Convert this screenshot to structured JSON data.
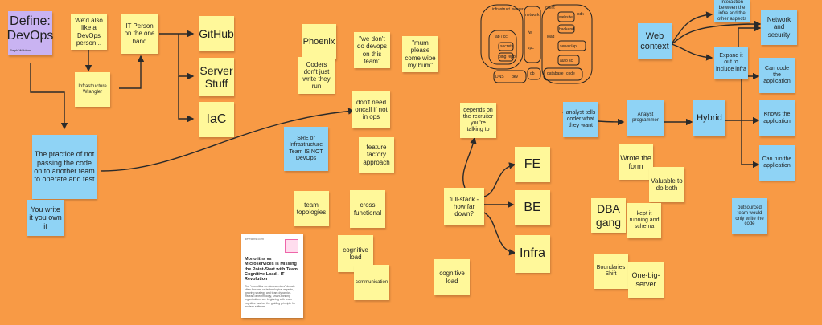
{
  "colors": {
    "background": "#F89A45",
    "sticky_yellow": "#FFF89A",
    "sticky_blue": "#8FD3F5",
    "sticky_purple": "#C9B3F2",
    "line": "#2a2a2a"
  },
  "title_note": {
    "title": "Define: DevOps",
    "author": "Ralph Waldron"
  },
  "notes": {
    "devops_person": "We'd also like a DevOps person...",
    "it_person": "IT Person on the one hand",
    "github": "GitHub",
    "server_stuff": "Server Stuff",
    "iac": "IaC",
    "infra_wrangler": "Infrastructure Wrangler",
    "practice": "The practice of not passing the code on to another team to operate and test",
    "you_write_it": "You write it you own it",
    "phoenix": "Phoenix",
    "coders": "Coders don't just write they run",
    "dont_do_devops": "\"we don't do devops on this team\"",
    "mum": "\"mum please come wipe my bum\"",
    "dont_need_oncall": "don't need oncall if not in ops",
    "sre": "SRE or Infrastructure Team IS NOT DevOps",
    "feature_factory": "feature factory approach",
    "team_topologies": "team topologies",
    "cross_functional": "cross functional",
    "cognitive_load_1": "cognitive load",
    "communication": "communication",
    "depends_recruiter": "depends on the recruiter you're talking to",
    "full_stack": "full-stack - how far down?",
    "fe": "FE",
    "be": "BE",
    "infra": "Infra",
    "cognitive_load_2": "cognitive load",
    "analyst_tells": "analyst tells coder what they want",
    "analyst_programmer": "Analyst programmer",
    "hybrid": "Hybrid",
    "web_context": "Web context",
    "interaction": "Interaction between the infra and the other aspects",
    "network_security": "Network and security",
    "expand_infra": "Expand it out to include infra",
    "can_code": "Can code the application",
    "knows_app": "Knows the application",
    "can_run": "Can run the application",
    "wrote_form": "Wrote the form",
    "valuable": "Valuable to do both",
    "dba_gang": "DBA gang",
    "kept_running": "kept it running and schema",
    "outsourced": "outsourced team would only write the code",
    "boundaries": "Boundaries Shift",
    "one_big_server": "One-big-server"
  },
  "article_card": {
    "source": "devrants.com",
    "title": "Monoliths vs Microservices is Missing the Point-Start with Team Cognitive Load - IT Revolution",
    "excerpt": "The \"monoliths vs microservices\" debate often focuses on technological aspects, ignoring strategy and team dynamics. Instead of technology, smart-thinking organizations are beginning with team cognitive load as the guiding principle for modern software..."
  },
  "infra_sketch": {
    "labels": [
      "infrastruct. server",
      "network",
      "client",
      "ab / cc",
      "secrets",
      "ping repo",
      "fw",
      "DNS",
      "vpc",
      "sdk",
      "website",
      "backend",
      "load",
      "server/api",
      "auto scl",
      "database",
      "code",
      "dev",
      "db"
    ]
  }
}
